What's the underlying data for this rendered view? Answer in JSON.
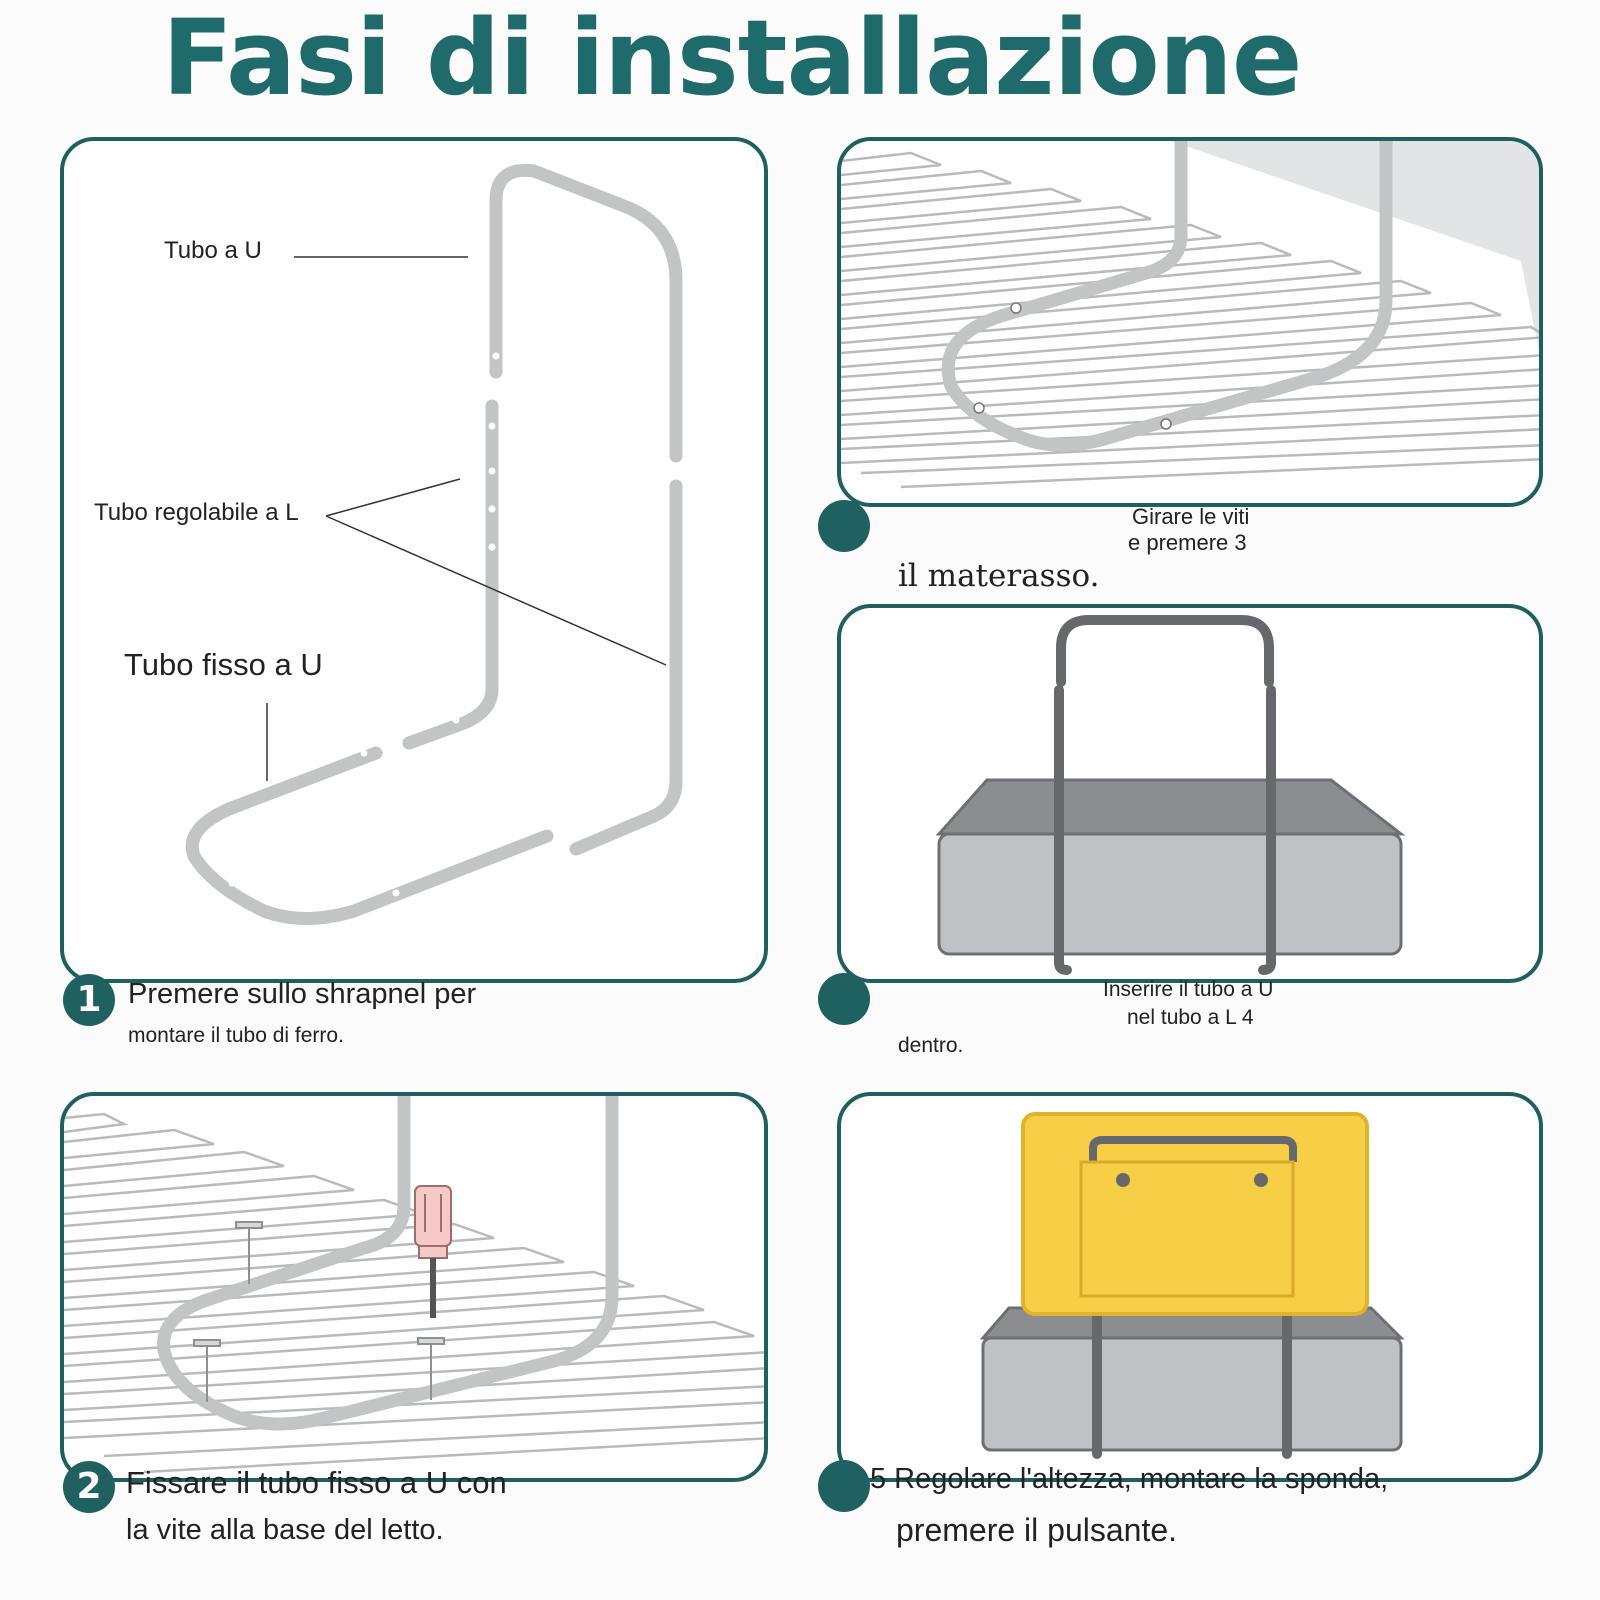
{
  "title": "Fasi di installazione",
  "colors": {
    "accent": "#1f6b6b",
    "badge": "#1f6161",
    "tube": "#c3c4c6",
    "pad": "#f7cf47",
    "box": "#bfc1c4"
  },
  "step1": {
    "number": "1",
    "labels": {
      "u_tube": "Tubo a U",
      "l_tube": "Tubo regolabile a L",
      "fixed_tube": "Tubo fisso a U"
    },
    "caption_line1": "Premere sullo shrapnel per",
    "caption_line2": "montare il tubo di ferro."
  },
  "step2": {
    "number": "2",
    "caption_line1": "Fissare il tubo fisso a U con",
    "caption_line2": "la vite alla base del letto."
  },
  "step3": {
    "caption_line1": "Girare le viti",
    "caption_line2": "e premere 3",
    "caption_line3": "il materasso."
  },
  "step4": {
    "caption_line1": "Inserire il tubo a U",
    "caption_line2": "nel tubo a L 4",
    "caption_line3": "dentro."
  },
  "step5": {
    "caption_line1": "5 Regolare l'altezza, montare la sponda,",
    "caption_line2": "premere il pulsante."
  }
}
